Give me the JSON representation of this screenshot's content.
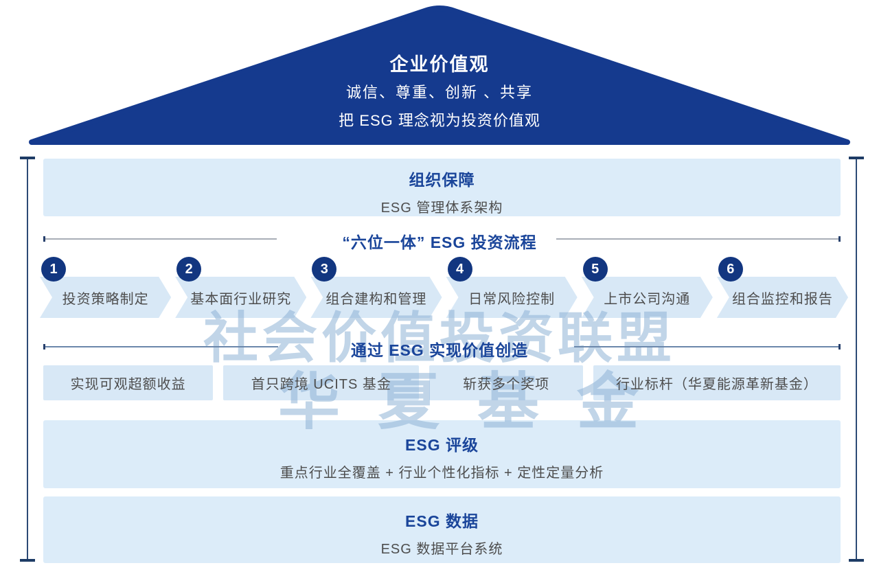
{
  "roof": {
    "title": "企业价值观",
    "line1": "诚信、尊重、创新 、共享",
    "line2": "把 ESG 理念视为投资价值观"
  },
  "org_band": {
    "title": "组织保障",
    "subtitle": "ESG 管理体系架构"
  },
  "process": {
    "title": "“六位一体” ESG 投资流程",
    "steps": [
      {
        "num": "1",
        "label": "投资策略制定"
      },
      {
        "num": "2",
        "label": "基本面行业研究"
      },
      {
        "num": "3",
        "label": "组合建构和管理"
      },
      {
        "num": "4",
        "label": "日常风险控制"
      },
      {
        "num": "5",
        "label": "上市公司沟通"
      },
      {
        "num": "6",
        "label": "组合监控和报告"
      }
    ]
  },
  "value_creation": {
    "title": "通过 ESG 实现价值创造",
    "items": [
      "实现可观超额收益",
      "首只跨境 UCITS 基金",
      "斩获多个奖项",
      "行业标杆（华夏能源革新基金）"
    ]
  },
  "rating_band": {
    "title": "ESG 评级",
    "subtitle": "重点行业全覆盖 + 行业个性化指标 + 定性定量分析"
  },
  "data_band": {
    "title": "ESG 数据",
    "subtitle": "ESG 数据平台系统"
  },
  "watermark": {
    "line1": "社会价值投资联盟",
    "line2": "华夏基金"
  },
  "colors": {
    "roof_navy": "#153a8e",
    "circle_navy": "#123680",
    "band_light_blue": "#dcecf9",
    "chevron_light_blue": "#d8e8f6",
    "heading_navy": "#1a459a",
    "body_gray": "#4d4d4d",
    "watermark_blue": "#8fb3d6"
  }
}
